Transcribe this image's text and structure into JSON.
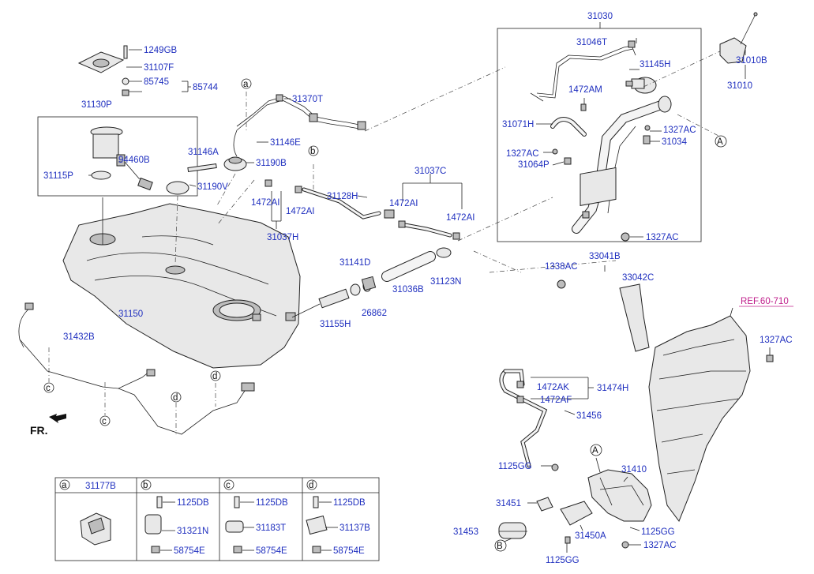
{
  "labels": {
    "p1249GB": "1249GB",
    "p31107F": "31107F",
    "p85745": "85745",
    "p85744": "85744",
    "p31130P": "31130P",
    "p94460B": "94460B",
    "p31115P": "31115P",
    "p31150": "31150",
    "p31432B": "31432B",
    "p31370T": "31370T",
    "p31146E": "31146E",
    "p31146A": "31146A",
    "p31190B": "31190B",
    "p31190V": "31190V",
    "p1472AI_a": "1472AI",
    "p1472AI_b": "1472AI",
    "p1472AI_c": "1472AI",
    "p1472AI_d": "1472AI",
    "p31037H": "31037H",
    "p31128H": "31128H",
    "p31037C": "31037C",
    "p31141D": "31141D",
    "p31036B": "31036B",
    "p31123N": "31123N",
    "p31155H": "31155H",
    "p26862": "26862",
    "p31030": "31030",
    "p31046T": "31046T",
    "p31145H": "31145H",
    "p1472AM": "1472AM",
    "p31071H": "31071H",
    "p1327AC_a": "1327AC",
    "p31034": "31034",
    "p1327AC_b": "1327AC",
    "p31064P": "31064P",
    "p1327AC_c": "1327AC",
    "p31010B": "31010B",
    "p31010": "31010",
    "p1338AC": "1338AC",
    "p33041B": "33041B",
    "p33042C": "33042C",
    "ref": "REF.60-710",
    "p1327AC_d": "1327AC",
    "p1472AK": "1472AK",
    "p31474H": "31474H",
    "p1472AF": "1472AF",
    "p31456": "31456",
    "p1125GG_a": "1125GG",
    "p31410": "31410",
    "p31451": "31451",
    "p31453": "31453",
    "p31450A": "31450A",
    "p1125GG_b": "1125GG",
    "p1125GG_c": "1125GG",
    "p1327AC_e": "1327AC",
    "fr": "FR."
  },
  "callouts": {
    "a": "a",
    "b": "b",
    "c": "c",
    "d": "d",
    "A": "A",
    "B": "B"
  },
  "legend": {
    "a_part": "31177B",
    "b_bolt": "1125DB",
    "b_clip": "31321N",
    "b_nut": "58754E",
    "c_bolt": "1125DB",
    "c_clip": "31183T",
    "c_nut": "58754E",
    "d_bolt": "1125DB",
    "d_clip": "31137B",
    "d_nut": "58754E"
  }
}
